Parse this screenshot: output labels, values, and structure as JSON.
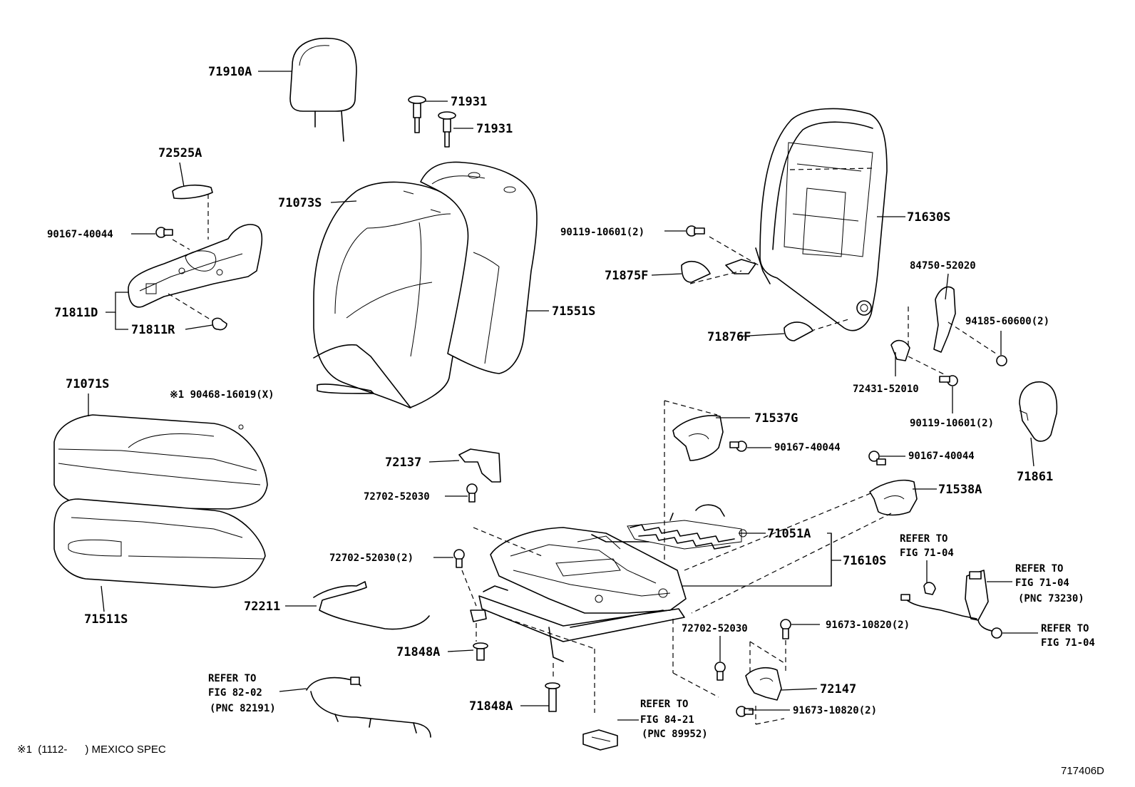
{
  "labels": {
    "l71910A": "71910A",
    "l71931a": "71931",
    "l71931b": "71931",
    "l72525A": "72525A",
    "l90167_40044_a": "90167-40044",
    "l71811D": "71811D",
    "l71811R": "71811R",
    "l71073S": "71073S",
    "l71551S": "71551S",
    "l71071S": "71071S",
    "l90468": "※1 90468-16019(X)",
    "l71511S": "71511S",
    "l90119_10601_a": "90119-10601(2)",
    "l71630S": "71630S",
    "l71875F": "71875F",
    "l84750": "84750-52020",
    "l94185": "94185-60600(2)",
    "l71876F": "71876F",
    "l72431": "72431-52010",
    "l90119_10601_b": "90119-10601(2)",
    "l71537G": "71537G",
    "l90167_40044_b": "90167-40044",
    "l90167_40044_c": "90167-40044",
    "l71861": "71861",
    "l72137": "72137",
    "l72702_a": "72702-52030",
    "l71538A": "71538A",
    "l71051A": "71051A",
    "l72702_b": "72702-52030(2)",
    "l71610S": "71610S",
    "l72211": "72211",
    "l71848A_a": "71848A",
    "l72702_c": "72702-52030",
    "l91673_a": "91673-10820(2)",
    "l72147": "72147",
    "l71848A_b": "71848A",
    "l91673_b": "91673-10820(2)"
  },
  "refs": {
    "r1": [
      "REFER TO",
      "FIG 71-04"
    ],
    "r2": [
      "REFER TO",
      "FIG 71-04",
      "(PNC 73230)"
    ],
    "r3": [
      "REFER TO",
      "FIG 71-04"
    ],
    "r4": [
      "REFER TO",
      "FIG 82-02",
      "(PNC 82191)"
    ],
    "r5": [
      "REFER TO",
      "FIG 84-21",
      "(PNC 89952)"
    ]
  },
  "footnote": "※1  (1112-      ) MEXICO SPEC",
  "figure_code": "717406D"
}
